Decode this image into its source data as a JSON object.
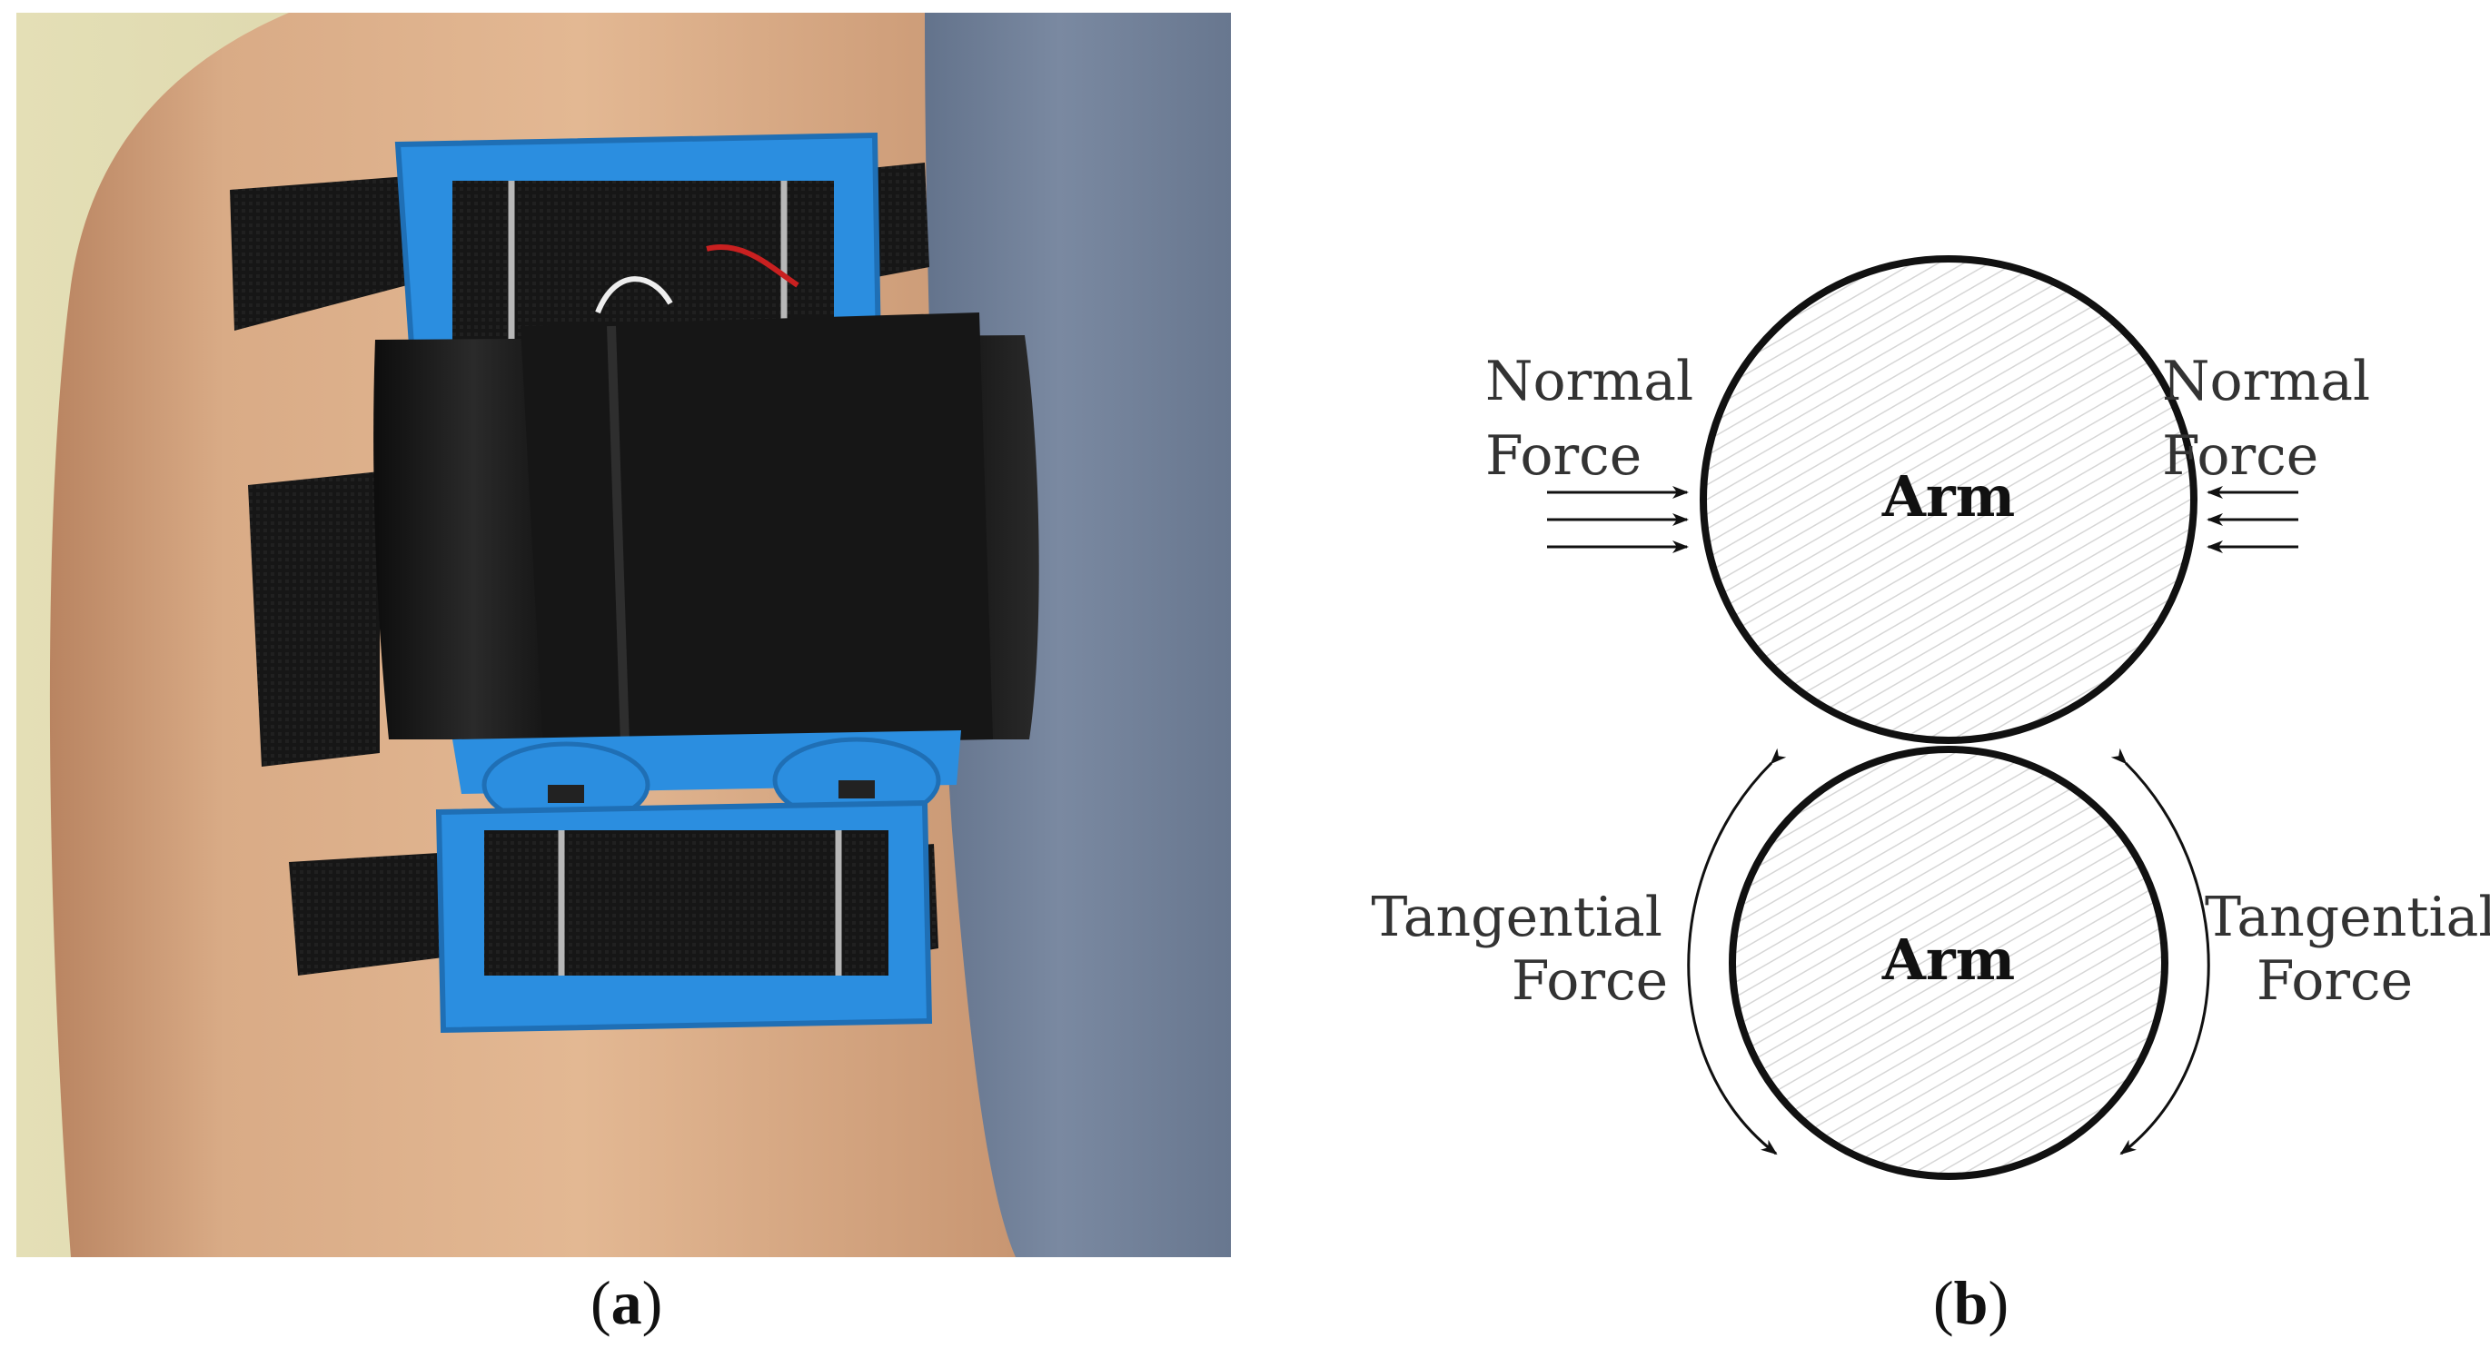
{
  "figure": {
    "panel_a": {
      "caption_open": "(",
      "caption_letter": "a",
      "caption_close": ")",
      "image": "Photo of an upper arm wearing a blue 3D-printed frame with black velcro straps and a black sensor housing"
    },
    "panel_b": {
      "caption_open": "(",
      "caption_letter": "b",
      "caption_close": ")",
      "top_diagram": {
        "arm_label": "Arm",
        "left_label_line1": "Normal",
        "left_label_line2": "Force",
        "right_label_line1": "Normal",
        "right_label_line2": "Force"
      },
      "bottom_diagram": {
        "arm_label": "Arm",
        "left_label_line1": "Tangential",
        "left_label_line2": "Force",
        "right_label_line1": "Tangential",
        "right_label_line2": "Force"
      }
    }
  },
  "colors": {
    "frame_blue": "#2b8ee0",
    "strap_black": "#151515",
    "skin": "#d7a680",
    "shirt_denim": "#6f7f98",
    "wall": "#dcd6a8"
  }
}
